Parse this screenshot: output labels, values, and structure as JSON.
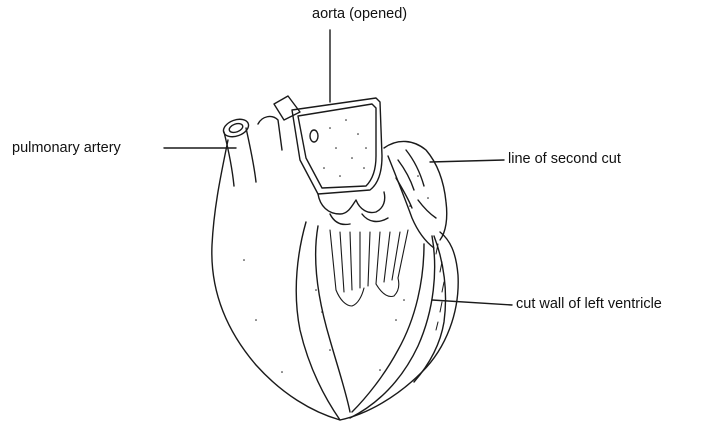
{
  "labels": {
    "aorta": "aorta (opened)",
    "pulmonary_artery": "pulmonary artery",
    "second_cut": "line of second cut",
    "left_ventricle_wall": "cut wall of left ventricle"
  },
  "colors": {
    "line": "#1a1a1a",
    "background": "#ffffff"
  }
}
